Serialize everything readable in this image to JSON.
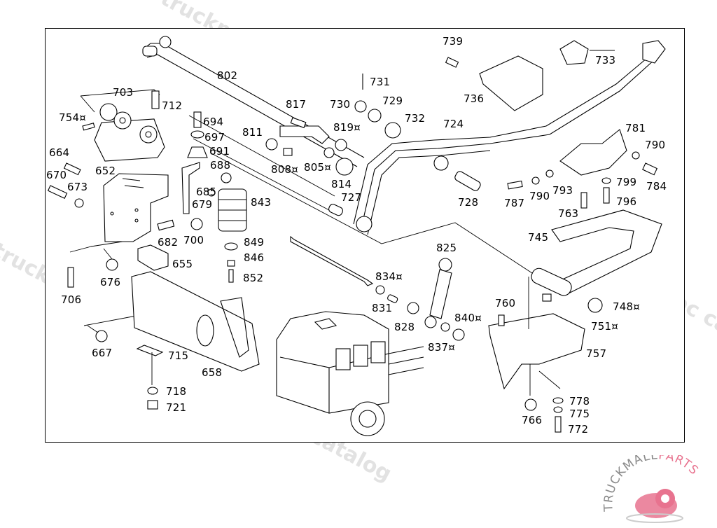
{
  "diagram": {
    "type": "exploded parts diagram",
    "subject": "Truck front axle stabilizer / suspension mounting assembly"
  },
  "watermarks": [
    "truckmall.ru epc catalog",
    "truckmall.ru epc catalog",
    "truckmall.ru epc catalog",
    "truckmall.ru epc catalog",
    "truckmall.ru epc catalog"
  ],
  "logo": {
    "text_left": "TRUCKMALL",
    "text_right": "PARTS",
    "color_gray": "#8a8a8a",
    "color_accent": "#e8738f"
  },
  "parts": [
    {
      "id": "p802",
      "label": "802"
    },
    {
      "id": "p703",
      "label": "703"
    },
    {
      "id": "p712",
      "label": "712"
    },
    {
      "id": "p754",
      "label": "754¤"
    },
    {
      "id": "p694",
      "label": "694"
    },
    {
      "id": "p697",
      "label": "697"
    },
    {
      "id": "p691",
      "label": "691"
    },
    {
      "id": "p688",
      "label": "688"
    },
    {
      "id": "p685",
      "label": "685"
    },
    {
      "id": "p679",
      "label": "679"
    },
    {
      "id": "p664",
      "label": "664"
    },
    {
      "id": "p652",
      "label": "652"
    },
    {
      "id": "p670",
      "label": "670"
    },
    {
      "id": "p673",
      "label": "673"
    },
    {
      "id": "p811",
      "label": "811"
    },
    {
      "id": "p817",
      "label": "817"
    },
    {
      "id": "p808",
      "label": "808¤"
    },
    {
      "id": "p805",
      "label": "805¤"
    },
    {
      "id": "p814",
      "label": "814"
    },
    {
      "id": "p727",
      "label": "727"
    },
    {
      "id": "p843",
      "label": "843"
    },
    {
      "id": "p731",
      "label": "731"
    },
    {
      "id": "p730",
      "label": "730"
    },
    {
      "id": "p729",
      "label": "729"
    },
    {
      "id": "p819",
      "label": "819¤"
    },
    {
      "id": "p732",
      "label": "732"
    },
    {
      "id": "p724",
      "label": "724"
    },
    {
      "id": "p728",
      "label": "728"
    },
    {
      "id": "p739",
      "label": "739"
    },
    {
      "id": "p736",
      "label": "736"
    },
    {
      "id": "p733",
      "label": "733"
    },
    {
      "id": "p781",
      "label": "781"
    },
    {
      "id": "p790a",
      "label": "790"
    },
    {
      "id": "p784",
      "label": "784"
    },
    {
      "id": "p799",
      "label": "799"
    },
    {
      "id": "p796",
      "label": "796"
    },
    {
      "id": "p787",
      "label": "787"
    },
    {
      "id": "p790b",
      "label": "790"
    },
    {
      "id": "p793",
      "label": "793"
    },
    {
      "id": "p763",
      "label": "763"
    },
    {
      "id": "p745",
      "label": "745"
    },
    {
      "id": "p682",
      "label": "682"
    },
    {
      "id": "p700",
      "label": "700"
    },
    {
      "id": "p849",
      "label": "849"
    },
    {
      "id": "p846",
      "label": "846"
    },
    {
      "id": "p852",
      "label": "852"
    },
    {
      "id": "p655",
      "label": "655"
    },
    {
      "id": "p676",
      "label": "676"
    },
    {
      "id": "p706",
      "label": "706"
    },
    {
      "id": "p667",
      "label": "667"
    },
    {
      "id": "p715",
      "label": "715"
    },
    {
      "id": "p658",
      "label": "658"
    },
    {
      "id": "p718",
      "label": "718"
    },
    {
      "id": "p721",
      "label": "721"
    },
    {
      "id": "p825",
      "label": "825"
    },
    {
      "id": "p834",
      "label": "834¤"
    },
    {
      "id": "p831",
      "label": "831"
    },
    {
      "id": "p828",
      "label": "828"
    },
    {
      "id": "p840",
      "label": "840¤"
    },
    {
      "id": "p837",
      "label": "837¤"
    },
    {
      "id": "p760",
      "label": "760"
    },
    {
      "id": "p748",
      "label": "748¤"
    },
    {
      "id": "p751",
      "label": "751¤"
    },
    {
      "id": "p757",
      "label": "757"
    },
    {
      "id": "p766",
      "label": "766"
    },
    {
      "id": "p778",
      "label": "778"
    },
    {
      "id": "p775",
      "label": "775"
    },
    {
      "id": "p772",
      "label": "772"
    }
  ]
}
